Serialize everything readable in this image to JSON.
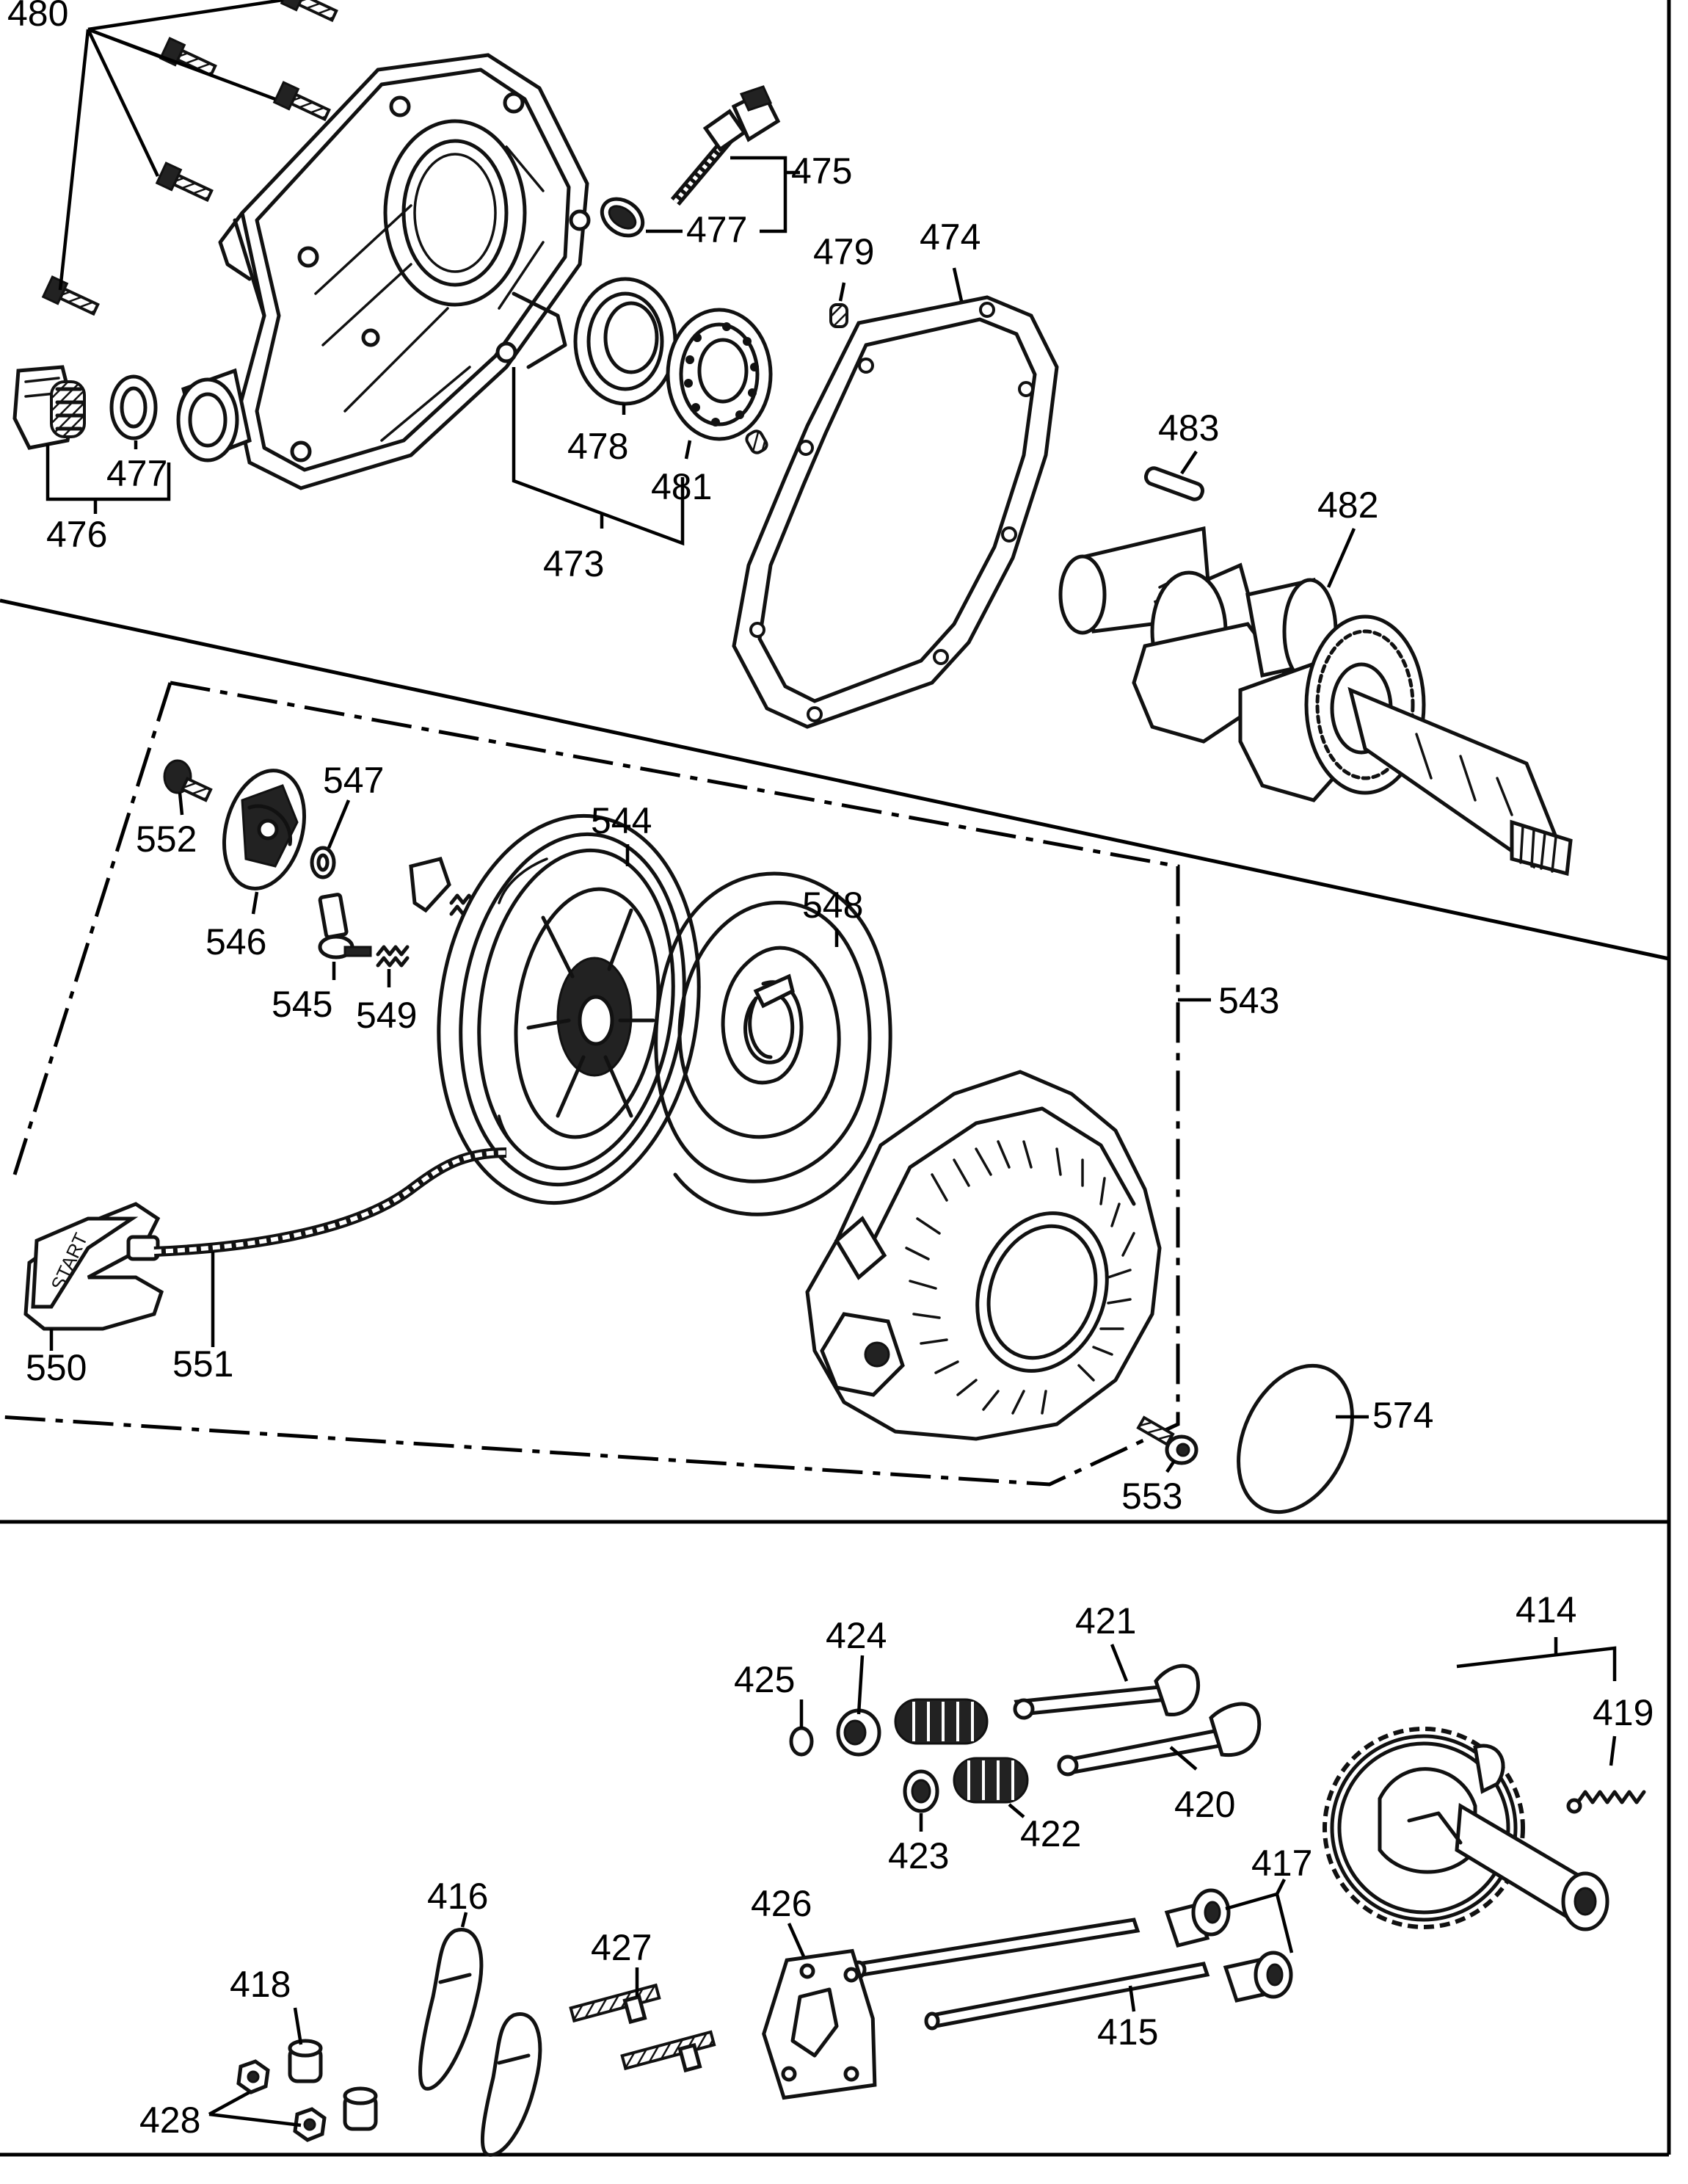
{
  "labels": {
    "l480": "480",
    "l475": "475",
    "l477a": "477",
    "l479": "479",
    "l474": "474",
    "l476": "476",
    "l477b": "477",
    "l478": "478",
    "l481": "481",
    "l473": "473",
    "l483": "483",
    "l482": "482",
    "l552": "552",
    "l547": "547",
    "l544": "544",
    "l548": "548",
    "l546": "546",
    "l545": "545",
    "l549": "549",
    "l543": "543",
    "l550": "550",
    "l551": "551",
    "l553": "553",
    "l574": "574",
    "l414": "414",
    "l421": "421",
    "l424": "424",
    "l425": "425",
    "l419": "419",
    "l420": "420",
    "l423": "423",
    "l422": "422",
    "l417": "417",
    "l416": "416",
    "l426": "426",
    "l427": "427",
    "l418": "418",
    "l415": "415",
    "l428": "428"
  },
  "handle_text": "START"
}
